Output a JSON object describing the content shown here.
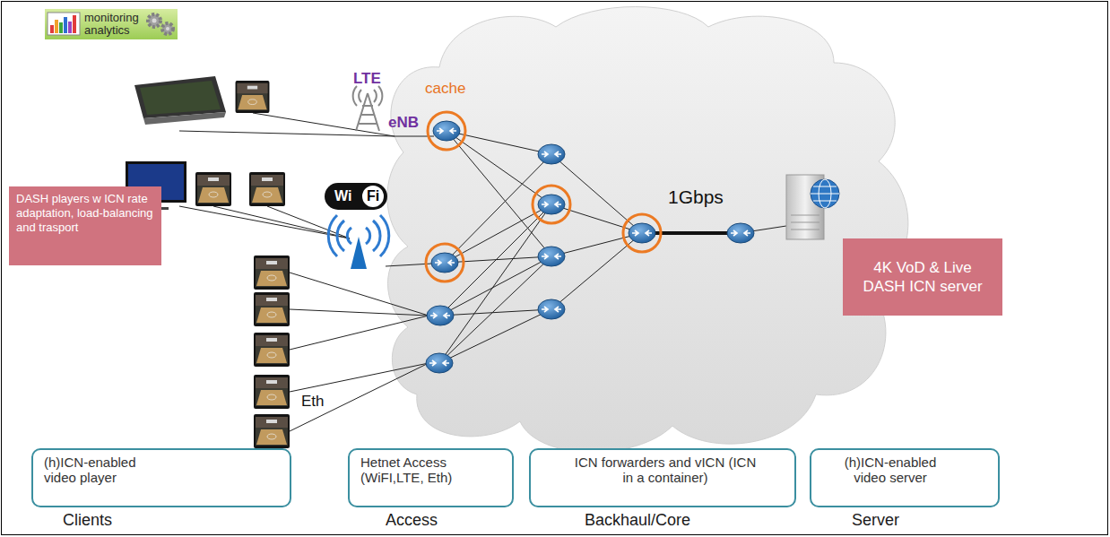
{
  "diagram": {
    "nodes": [
      {
        "text": [
          "monitoring analytics"
        ]
      },
      {
        "text": [
          "DASH players w ICN rate adaptation, load-balancing and trasport"
        ]
      },
      {
        "text": [
          "4K VoD & Live DASH ICN server"
        ]
      },
      {
        "text": [
          "(h)ICN-enabled video player",
          "Clients"
        ]
      },
      {
        "text": [
          "Hetnet Access (WiFI,LTE, Eth)",
          "Access"
        ]
      },
      {
        "text": [
          "ICN forwarders and vICN (ICN in a container)",
          "Backhaul/Core"
        ]
      },
      {
        "text": [
          "(h)ICN-enabled video server",
          "Server"
        ]
      }
    ],
    "labels": [
      "LTE",
      "eNB",
      "cache",
      "Wi",
      "Fi",
      "1Gbps",
      "Eth"
    ]
  }
}
